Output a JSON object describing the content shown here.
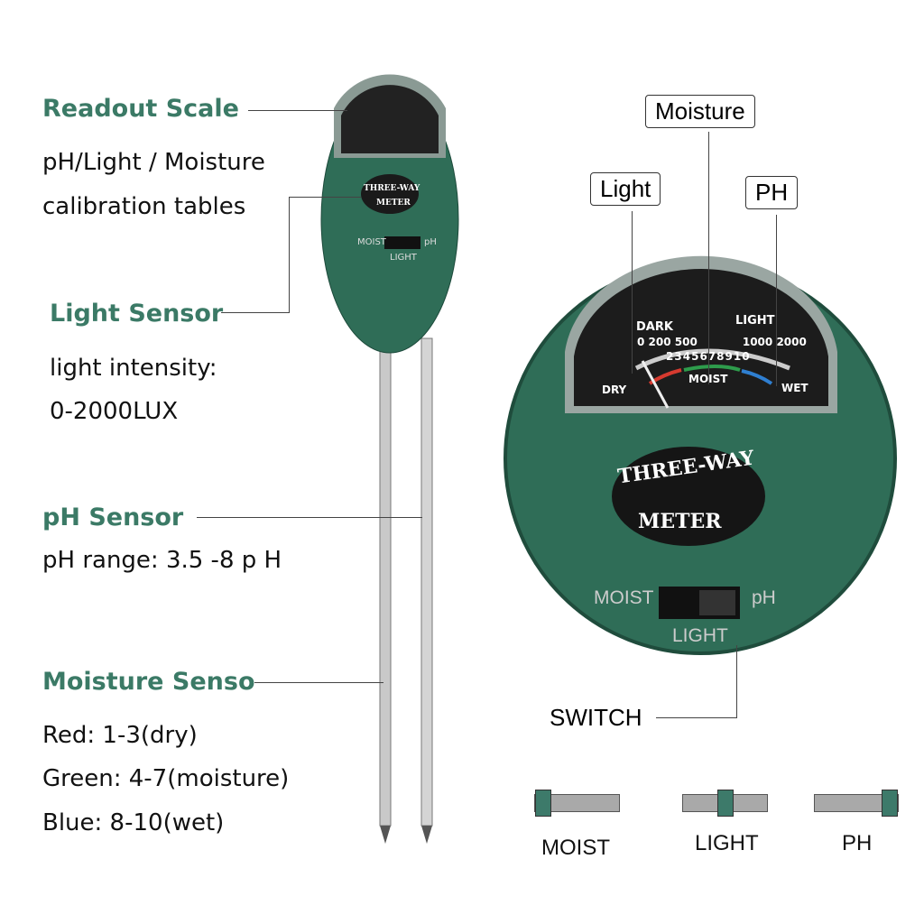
{
  "left": {
    "readout_title": "Readout Scale",
    "readout_desc": [
      "pH/Light / Moisture",
      "calibration tables"
    ],
    "light_title": "Light Sensor",
    "light_desc": [
      "light intensity:",
      "0-2000LUX"
    ],
    "ph_title": "pH Sensor",
    "ph_desc": "pH range: 3.5 -8 p H",
    "moisture_title": "Moisture Senso",
    "moisture_desc": [
      "Red: 1-3(dry)",
      "Green: 4-7(moisture)",
      "Blue: 8-10(wet)"
    ]
  },
  "callouts": {
    "moisture": "Moisture",
    "light": "Light",
    "ph": "PH",
    "switch": "SWITCH"
  },
  "meter": {
    "brand_top": "THREE-WAY",
    "brand_bottom": "METER",
    "dark": "DARK",
    "light": "LIGHT",
    "lux_ticks": [
      "0",
      "200",
      "500",
      "1000",
      "2000"
    ],
    "moist_ticks": [
      "2",
      "3",
      "4",
      "5",
      "6",
      "7",
      "8",
      "9",
      "10"
    ],
    "moist": "MOIST",
    "dry": "DRY",
    "wet": "WET",
    "switch_left": "MOIST",
    "switch_right": "pH",
    "switch_bottom": "LIGHT"
  },
  "switch_positions": [
    {
      "label": "MOIST",
      "position": 0
    },
    {
      "label": "LIGHT",
      "position": 0.5
    },
    {
      "label": "PH",
      "position": 1
    }
  ],
  "colors": {
    "green": "#3b7a66",
    "body": "#2e6b55",
    "dry": "#d63a2f",
    "moist": "#2e9c4c",
    "wet": "#2f7fd1"
  }
}
